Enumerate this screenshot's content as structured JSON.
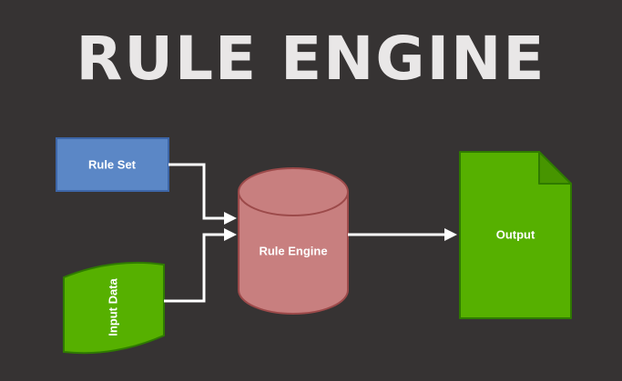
{
  "title": "RULE ENGINE",
  "colors": {
    "background": "#363333",
    "title": "#e9e7e7",
    "label_text": "#ffffff",
    "arrow": "#ffffff",
    "rule_set_fill": "#5b87c6",
    "rule_set_border": "#3d66a8",
    "input_data_fill": "#56b000",
    "input_data_border": "#2f7a00",
    "cylinder_fill": "#c87f7f",
    "cylinder_border": "#9c4a4a",
    "output_fill": "#56b000",
    "output_fold_fill": "#479500",
    "output_border": "#2f7a00"
  },
  "nodes": {
    "rule_set": {
      "label": "Rule Set",
      "shape": "rectangle"
    },
    "input_data": {
      "label": "Input Data",
      "shape": "curved-band",
      "text_rotation": "-90deg"
    },
    "rule_engine": {
      "label": "Rule Engine",
      "shape": "cylinder"
    },
    "output": {
      "label": "Output",
      "shape": "document-folded-corner"
    }
  },
  "edges": [
    {
      "from": "Rule Set",
      "to": "Rule Engine",
      "style": "elbow-arrow"
    },
    {
      "from": "Input Data",
      "to": "Rule Engine",
      "style": "elbow-arrow"
    },
    {
      "from": "Rule Engine",
      "to": "Output",
      "style": "straight-arrow"
    }
  ]
}
